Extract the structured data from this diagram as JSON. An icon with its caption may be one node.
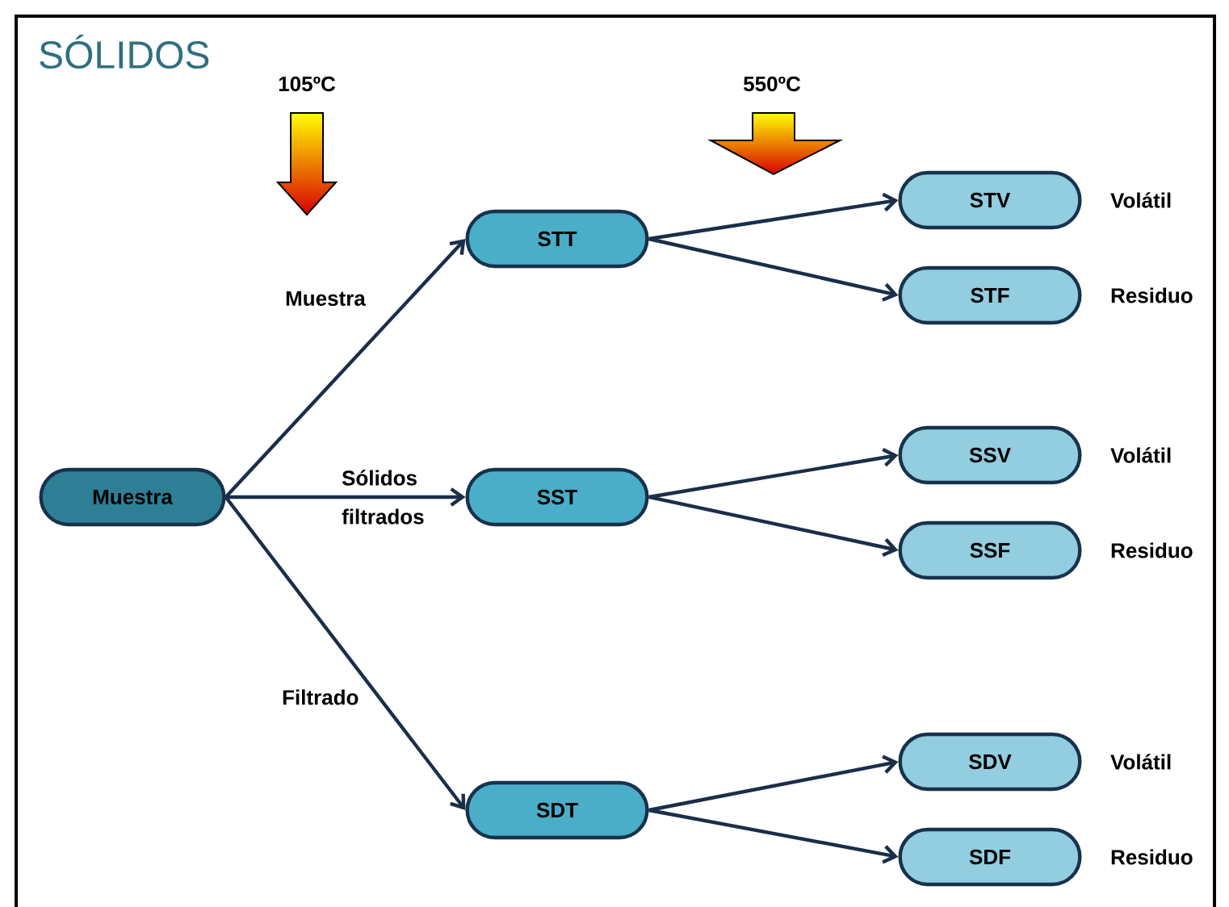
{
  "diagram": {
    "title": "SÓLIDOS",
    "nodes": [
      {
        "text": [
          "Muestra"
        ]
      },
      {
        "text": [
          "STT"
        ]
      },
      {
        "text": [
          "SST"
        ]
      },
      {
        "text": [
          "SDT"
        ]
      },
      {
        "text": [
          "STV"
        ],
        "beside": [
          "Volátil"
        ]
      },
      {
        "text": [
          "STF"
        ],
        "beside": [
          "Residuo"
        ]
      },
      {
        "text": [
          "SSV"
        ],
        "beside": [
          "Volátil"
        ]
      },
      {
        "text": [
          "SSF"
        ],
        "beside": [
          "Residuo"
        ]
      },
      {
        "text": [
          "SDV"
        ],
        "beside": [
          "Volátil"
        ]
      },
      {
        "text": [
          "SDF"
        ],
        "beside": [
          "Residuo"
        ]
      }
    ],
    "edges": [
      {
        "from": 0,
        "to": 1,
        "arrow": "to",
        "label": "Muestra"
      },
      {
        "from": 0,
        "to": 2,
        "arrow": "to",
        "label": "Sólidos filtrados"
      },
      {
        "from": 0,
        "to": 3,
        "arrow": "to",
        "label": "Filtrado"
      },
      {
        "from": 1,
        "to": 4,
        "arrow": "to"
      },
      {
        "from": 1,
        "to": 5,
        "arrow": "to"
      },
      {
        "from": 2,
        "to": 6,
        "arrow": "to"
      },
      {
        "from": 2,
        "to": 7,
        "arrow": "to"
      },
      {
        "from": 3,
        "to": 8,
        "arrow": "to"
      },
      {
        "from": 3,
        "to": 9,
        "arrow": "to"
      }
    ],
    "labels": [
      "105ºC",
      "550ºC"
    ]
  }
}
